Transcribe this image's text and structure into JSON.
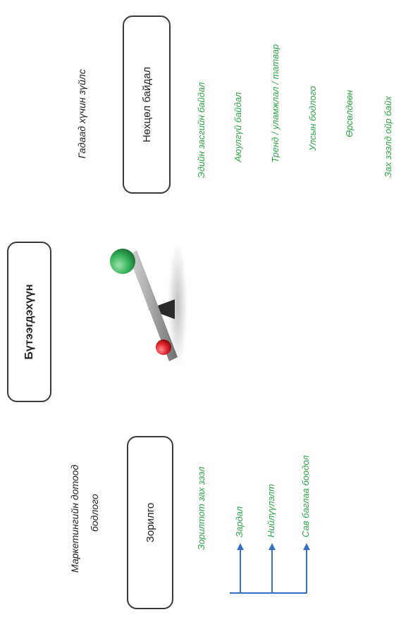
{
  "center": {
    "label": "Бүтээгдэхүүн"
  },
  "left": {
    "heading_line1": "Маркетингийн дотоод",
    "heading_line2": "бодлого",
    "box_label": "Зорилго",
    "target_market": "Зорилтот зах зээл",
    "items": [
      "Зардал",
      "Нийлүүлэлт",
      "Сав баглаа боодол"
    ],
    "arrow_color": "#3b6fbf"
  },
  "right": {
    "heading": "Гадаад хүчин зүйлс",
    "box_label": "Нөхцөл байдал",
    "items": [
      "Эдийн засгийн байдал",
      "Аюулгүй байдал",
      "Тренд / уламжлал / татвар",
      "Улсын бодлого",
      "Өрсөлдөөн",
      "Зах зээлд ойр байх"
    ]
  },
  "colors": {
    "green_text": "#2fa64a",
    "blue_arrow": "#3b6fbf",
    "red_ball": "#e0222a",
    "green_ball": "#37b35a"
  }
}
